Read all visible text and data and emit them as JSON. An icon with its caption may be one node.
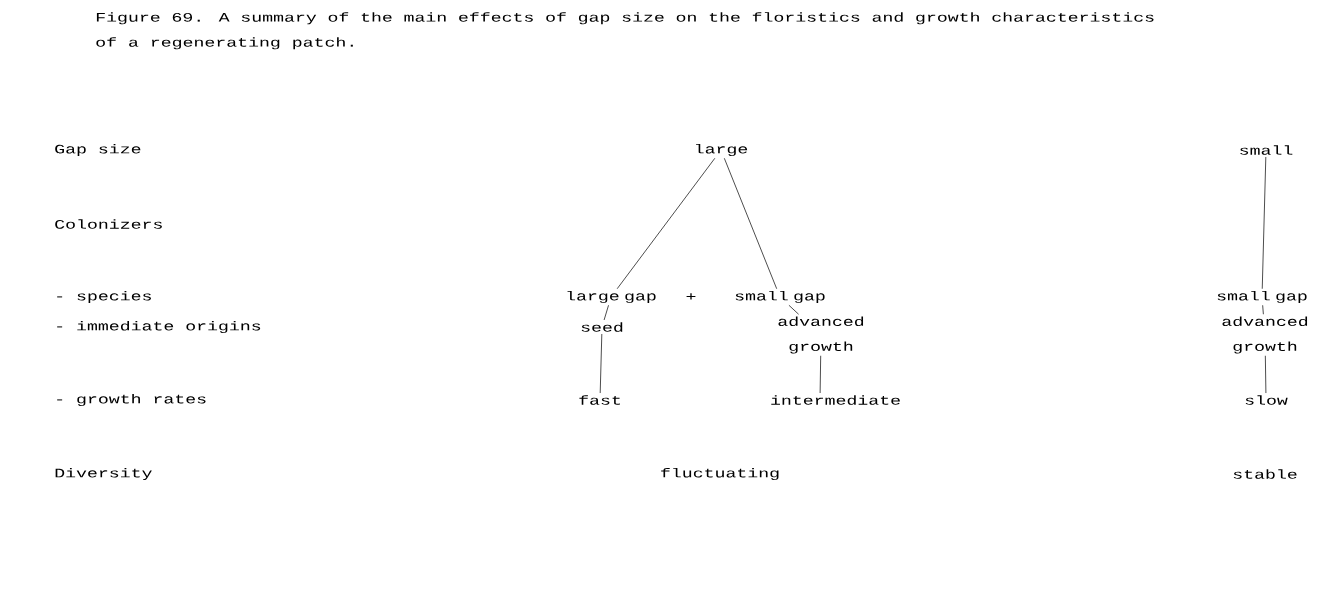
{
  "diagram": {
    "title": "Figure 69. A summary of the main effects of gap size on the floristics and growth characteristics of a regenerating patch.",
    "nodes": [
      {
        "text": [
          "large"
        ]
      },
      {
        "text": [
          "large gap"
        ]
      },
      {
        "text": [
          "small gap"
        ]
      },
      {
        "text": [
          "seed"
        ]
      },
      {
        "text": [
          "advanced growth"
        ]
      },
      {
        "text": [
          "fast"
        ]
      },
      {
        "text": [
          "intermediate"
        ]
      },
      {
        "text": [
          "small"
        ]
      },
      {
        "text": [
          "small gap"
        ]
      },
      {
        "text": [
          "advanced growth"
        ]
      },
      {
        "text": [
          "slow"
        ]
      }
    ],
    "edges": [
      {
        "from": 0,
        "to": 1,
        "arrow": "none"
      },
      {
        "from": 0,
        "to": 2,
        "arrow": "none"
      },
      {
        "from": 1,
        "to": 3,
        "arrow": "none"
      },
      {
        "from": 2,
        "to": 4,
        "arrow": "none"
      },
      {
        "from": 3,
        "to": 5,
        "arrow": "none"
      },
      {
        "from": 4,
        "to": 6,
        "arrow": "none"
      },
      {
        "from": 7,
        "to": 8,
        "arrow": "none"
      },
      {
        "from": 8,
        "to": 9,
        "arrow": "none"
      },
      {
        "from": 9,
        "to": 10,
        "arrow": "none"
      }
    ],
    "labels": [
      "Gap size",
      "Colonizers",
      "- species",
      "- immediate origins",
      "- growth rates",
      "Diversity",
      "+",
      "fluctuating",
      "stable"
    ]
  }
}
